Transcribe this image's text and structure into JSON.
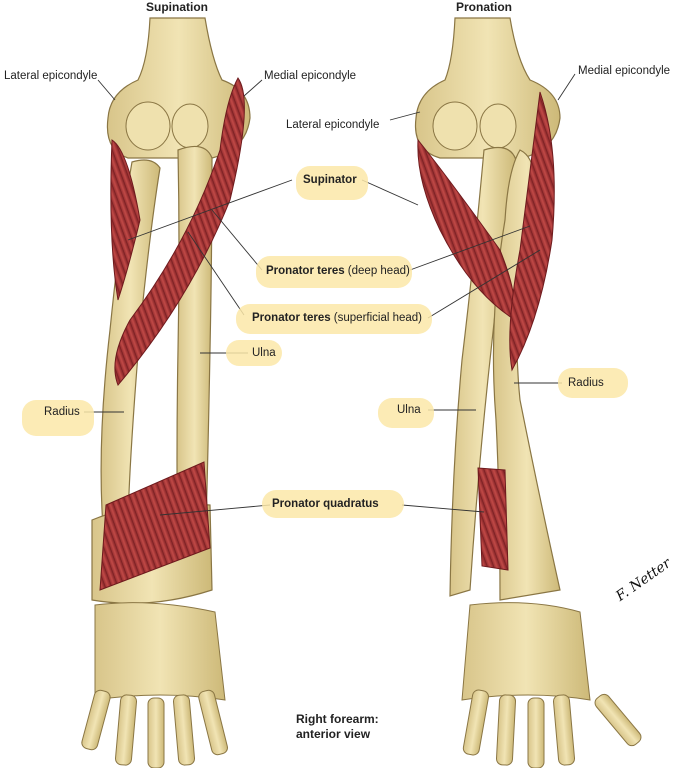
{
  "titles": {
    "supination": "Supination",
    "pronation": "Pronation"
  },
  "labels": {
    "lateral_epicondyle_left": "Lateral epicondyle",
    "medial_epicondyle_left": "Medial epicondyle",
    "lateral_epicondyle_right": "Lateral epicondyle",
    "medial_epicondyle_right": "Medial epicondyle",
    "supinator": "Supinator",
    "pronator_teres_deep_bold": "Pronator teres",
    "pronator_teres_deep_rest": " (deep head)",
    "pronator_teres_superficial_bold": "Pronator teres",
    "pronator_teres_superficial_rest": " (superficial head)",
    "ulna_left": "Ulna",
    "radius_left": "Radius",
    "ulna_right": "Ulna",
    "radius_right": "Radius",
    "pronator_quadratus": "Pronator quadratus"
  },
  "caption": {
    "line1": "Right forearm:",
    "line2": "anterior view"
  },
  "signature": "F. Netter",
  "colors": {
    "bone": "#ecdca6",
    "bone_shade": "#c9b57a",
    "muscle": "#b23a3a",
    "muscle_dark": "#7e1f22",
    "highlight": "#fbe7a8",
    "leader": "#333333"
  }
}
